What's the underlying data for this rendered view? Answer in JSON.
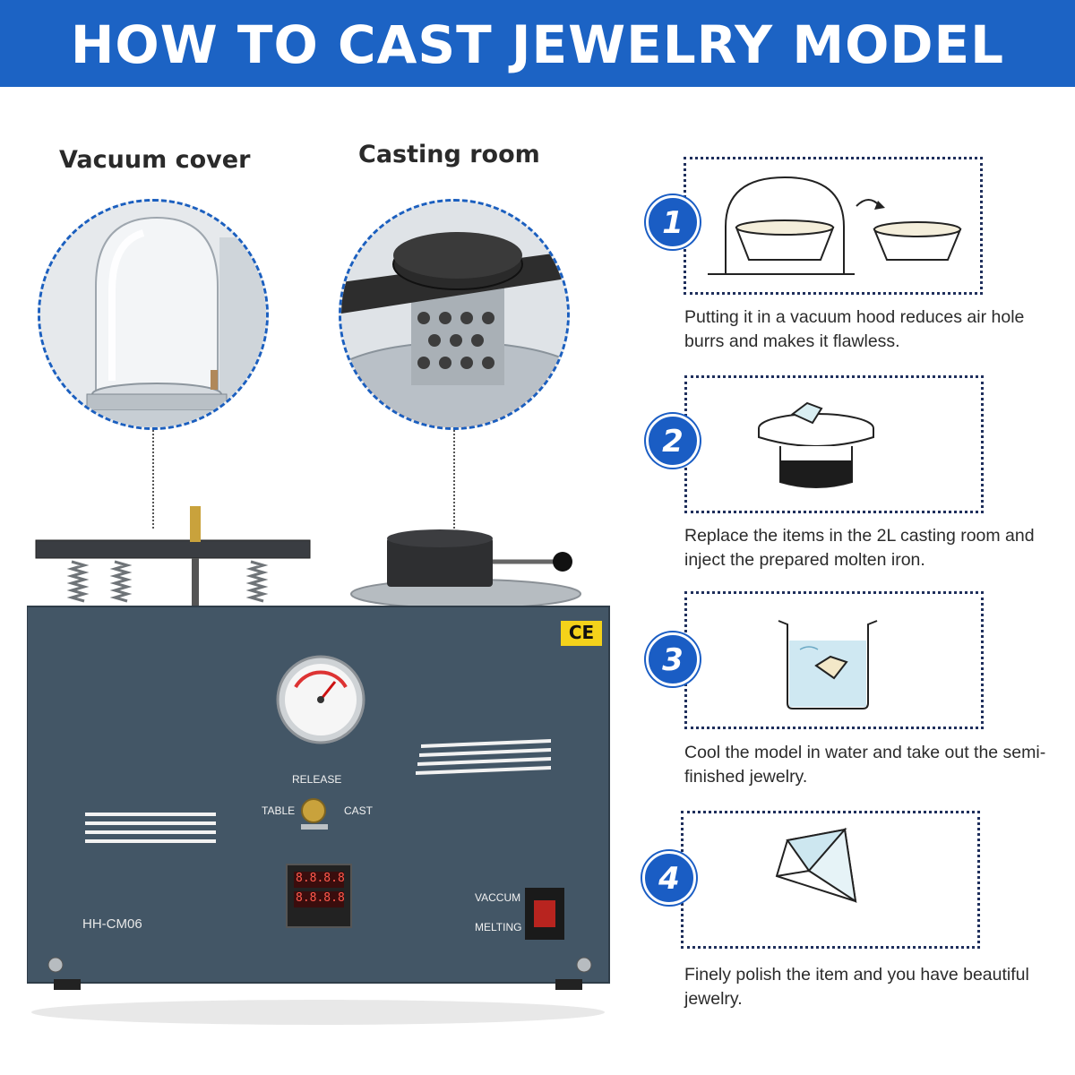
{
  "header": {
    "title": "HOW TO CAST JEWELRY MODEL"
  },
  "callouts": {
    "vacuum_cover": "Vacuum cover",
    "casting_room": "Casting room"
  },
  "machine": {
    "model": "HH-CM06",
    "valve_top": "RELEASE",
    "valve_left": "TABLE",
    "valve_right": "CAST",
    "switch_top": "VACCUM",
    "switch_bottom": "MELTING",
    "ce_mark": "CE",
    "display_top": "8.8.8.8",
    "display_bottom": "8.8.8.8"
  },
  "steps": [
    {
      "number": "1",
      "text": "Putting it in a vacuum hood reduces air hole burrs and makes it flawless."
    },
    {
      "number": "2",
      "text": "Replace the items in the 2L casting room and inject the prepared molten iron."
    },
    {
      "number": "3",
      "text": "Cool the model in water and take out the semi-finished jewelry."
    },
    {
      "number": "4",
      "text": "Finely polish the item and you have beautiful jewelry."
    }
  ],
  "colors": {
    "banner": "#1c63c4",
    "badge": "#1a5dc4",
    "machine_body": "#435666",
    "ce_yellow": "#f4d21a"
  }
}
